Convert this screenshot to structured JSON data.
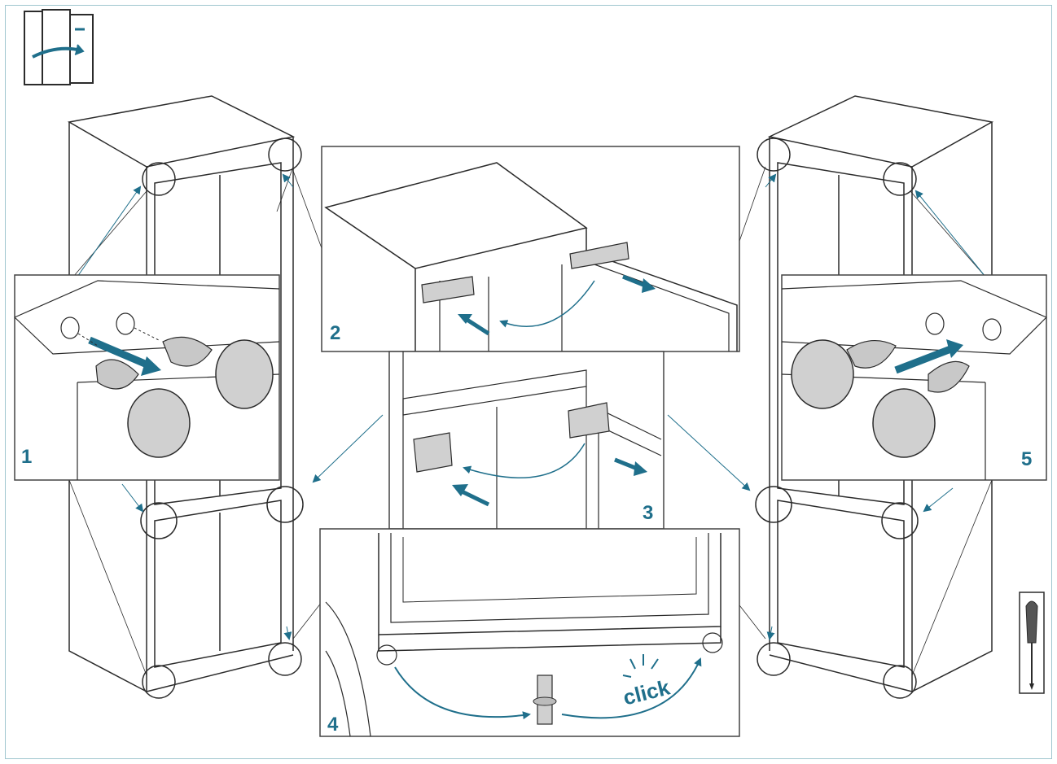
{
  "steps": [
    {
      "number": "1"
    },
    {
      "number": "2"
    },
    {
      "number": "3"
    },
    {
      "number": "4"
    },
    {
      "number": "5"
    }
  ],
  "click_label": "click",
  "colors": {
    "line": "#2b2b2b",
    "accent": "#1f6f8b",
    "part_fill": "#d0d0d0",
    "frame": "#9fc6cf"
  },
  "icons": {
    "door_reversal": "door-reversal-icon",
    "screwdriver": "screwdriver-icon"
  }
}
